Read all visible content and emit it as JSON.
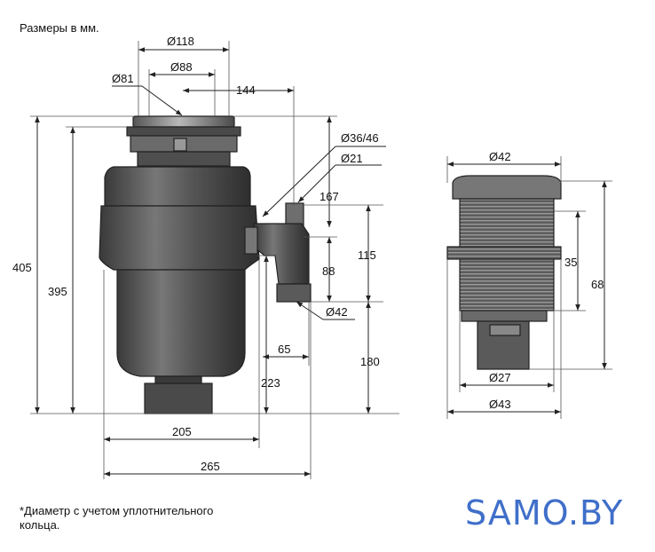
{
  "header": {
    "units_note": "Размеры в мм."
  },
  "footnote": {
    "line1": "*Диаметр с учетом уплотнительного",
    "line2": "кольца."
  },
  "brand": {
    "logo_text": "SAMO.BY",
    "color": "#3f6fc9"
  },
  "disposer": {
    "dimensions": {
      "d118": "Ø118",
      "d88": "Ø88",
      "d81": "Ø81",
      "l144": "144",
      "d36_46": "Ø36/46",
      "d21": "Ø21",
      "l167": "167",
      "l115": "115",
      "l88": "88",
      "d42": "Ø42",
      "l405": "405",
      "l395": "395",
      "l65": "65",
      "l223": "223",
      "l180": "180",
      "l205": "205",
      "l265": "265"
    }
  },
  "button": {
    "dimensions": {
      "d42": "Ø42",
      "l35": "35",
      "l68": "68",
      "d27": "Ø27",
      "d43": "Ø43"
    }
  },
  "colors": {
    "body_dark": "#3a3a3a",
    "body_mid": "#5a5a5a",
    "body_light": "#8a8a8a",
    "ink": "#222222"
  }
}
